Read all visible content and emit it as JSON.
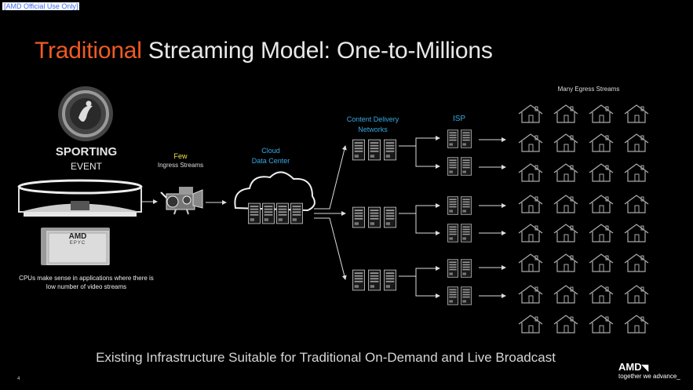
{
  "classification": "[AMD Official Use Only]",
  "title": {
    "accent": "Traditional",
    "rest": " Streaming Model: One-to-Millions"
  },
  "source": {
    "line1": "SPORTING",
    "line2": "EVENT"
  },
  "ingress": {
    "line1": "Few",
    "line2": "Ingress Streams"
  },
  "cloud": {
    "line1": "Cloud",
    "line2": "Data Center"
  },
  "cdn": {
    "line1": "Content Delivery",
    "line2": "Networks"
  },
  "isp": {
    "label": "ISP"
  },
  "egress": {
    "label": "Many Egress Streams"
  },
  "cpu": {
    "brand": "AMD",
    "model": "EPYC",
    "note": "CPUs make sense in applications where there is low number of video streams"
  },
  "footer": {
    "headline": "Existing Infrastructure Suitable for Traditional On-Demand and Live Broadcast",
    "page": "4",
    "logo": "AMD",
    "tagline": "together we advance_"
  },
  "colors": {
    "accent": "#f15a24",
    "label_blue": "#38a9e3",
    "few_yellow": "#f3e24a"
  }
}
